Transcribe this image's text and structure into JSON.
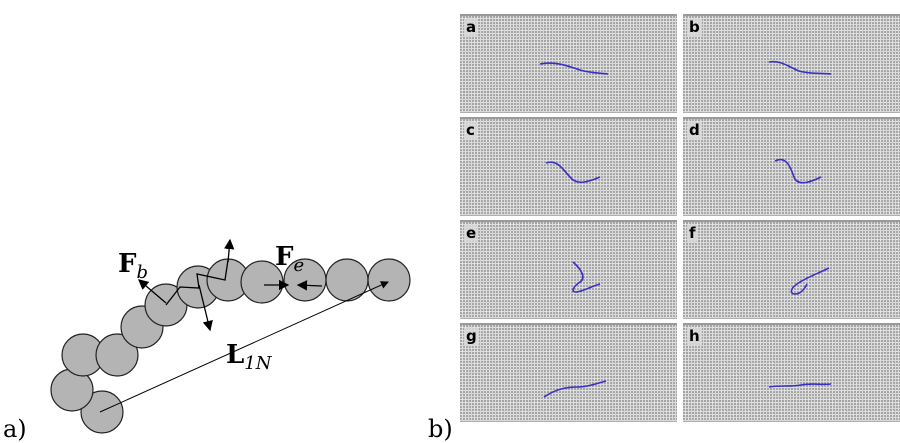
{
  "figure": {
    "part_a": {
      "sublabel": "a)",
      "labels": {
        "fb_main": "F",
        "fb_sub": "b",
        "fe_main": "F",
        "fe_sub": "e",
        "l_main": "L",
        "l_sub": "1N"
      }
    },
    "part_b": {
      "sublabel": "b)",
      "panels": [
        {
          "letter": "a"
        },
        {
          "letter": "b"
        },
        {
          "letter": "c"
        },
        {
          "letter": "d"
        },
        {
          "letter": "e"
        },
        {
          "letter": "f"
        },
        {
          "letter": "g"
        },
        {
          "letter": "h"
        }
      ]
    },
    "colors": {
      "bead_fill": "#b4b4b4",
      "bead_stroke": "#222222",
      "filament": "#3b2fc8",
      "panel_bg": "#d9d9d9"
    }
  }
}
